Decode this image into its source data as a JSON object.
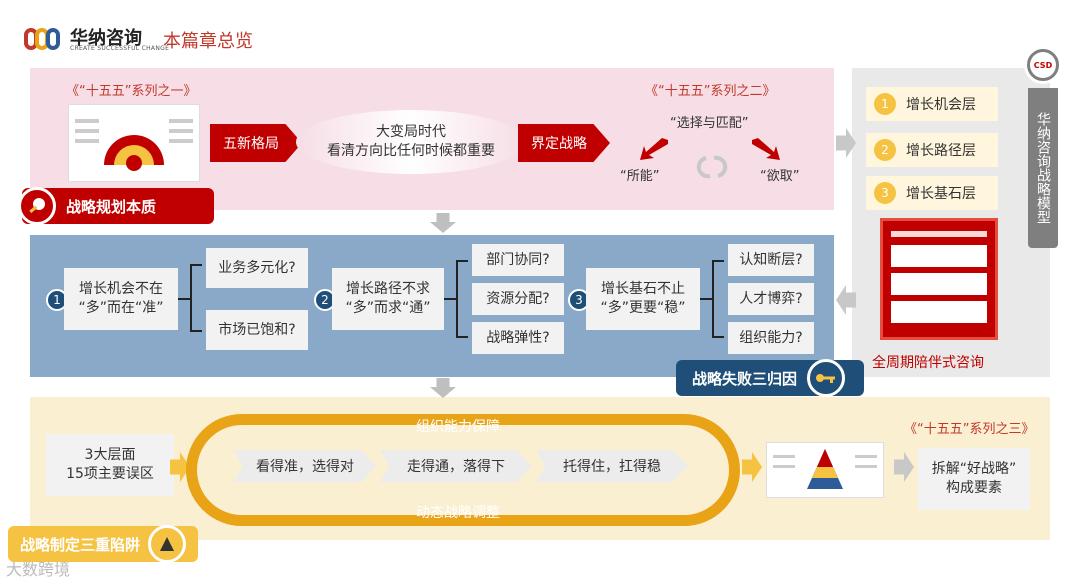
{
  "brand": {
    "name": "华纳咨询",
    "tagline": "CREATE SUCCESSFUL CHANGE",
    "logo_text": "CSD"
  },
  "page_title": "本篇章总览",
  "section1": {
    "series1": "《“十五五”系列之一》",
    "series2": "《“十五五”系列之二》",
    "arrow_left": "五新格局",
    "ellipse_line1": "大变局时代",
    "ellipse_line2": "看清方向比任何时候都重要",
    "arrow_right": "界定战略",
    "choice": "“选择与匹配”",
    "capability": "“所能”",
    "desire": "“欲取”",
    "tag": "战略规划本质"
  },
  "section2": {
    "groups": [
      {
        "num": "1",
        "line1": "增长机会不在",
        "line2": "“多”而在“准”",
        "branches": [
          "业务多元化?",
          "市场已饱和?"
        ]
      },
      {
        "num": "2",
        "line1": "增长路径不求",
        "line2": "“多”而求“通”",
        "branches": [
          "部门协同?",
          "资源分配?",
          "战略弹性?"
        ]
      },
      {
        "num": "3",
        "line1": "增长基石不止",
        "line2": "“多”更要“稳”",
        "branches": [
          "认知断层?",
          "人才博弈?",
          "组织能力?"
        ]
      }
    ],
    "tag": "战略失败三归因"
  },
  "side_panel": {
    "layers": [
      {
        "num": "1",
        "label": "增长机会层"
      },
      {
        "num": "2",
        "label": "增长路径层"
      },
      {
        "num": "3",
        "label": "增长基石层"
      }
    ],
    "caption": "全周期陪伴式咨询",
    "vertical_title": "华纳咨询战略模型"
  },
  "section3": {
    "left_box_line1": "3大层面",
    "left_box_line2": "15项主要误区",
    "loop_top": "组织能力保障",
    "loop_bottom": "动态战略调整",
    "steps": [
      "看得准，选得对",
      "走得通，落得下",
      "托得住，扛得稳"
    ],
    "series3": "《“十五五”系列之三》",
    "right_box_line1": "拆解“好战略”",
    "right_box_line2": "构成要素",
    "tag": "战略制定三重陷阱"
  },
  "watermark": "大数跨境",
  "colors": {
    "red": "#c00000",
    "navy": "#1f4e79",
    "gold": "#f5c242",
    "pink_band": "#f6dde6",
    "blue_band": "#8aa9c9",
    "cream_band": "#fbefd2"
  }
}
